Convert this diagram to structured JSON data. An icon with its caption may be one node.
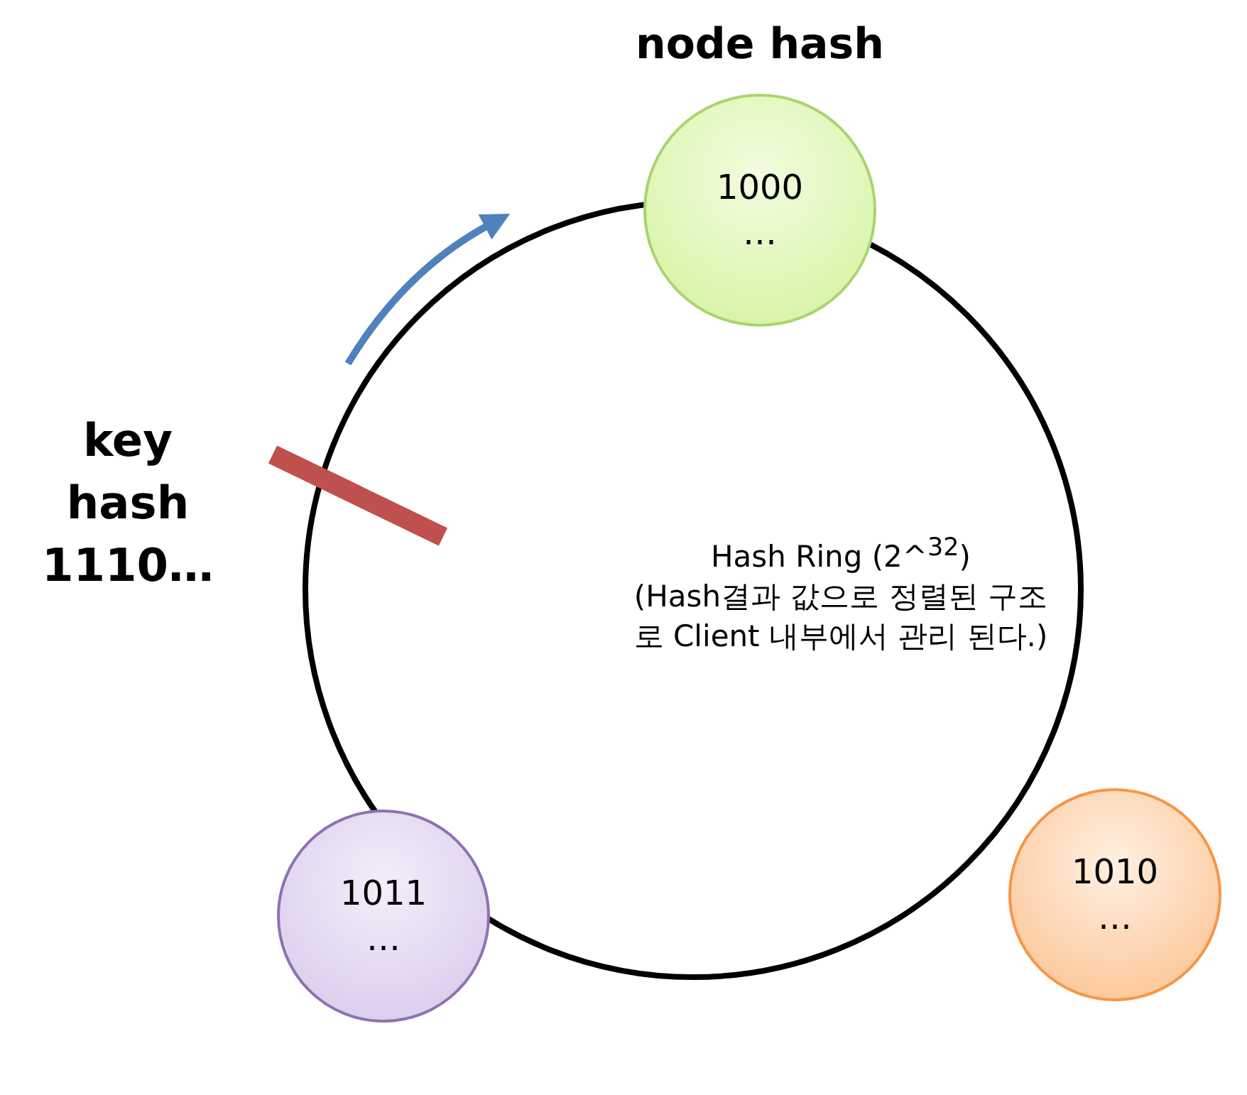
{
  "diagram": {
    "nodes": [
      {
        "text": [
          "Hash Ring (2^$^{32}$)",
          "(Hash결과 값으로 정렬된 구조 로 Client 내부에서 관리 된다.)"
        ]
      },
      {
        "text": [
          "node hash",
          "1000 …"
        ]
      },
      {
        "text": [
          "1011 …"
        ]
      },
      {
        "text": [
          "1010 …"
        ]
      }
    ],
    "labels": [
      "key hash 1110…"
    ]
  }
}
